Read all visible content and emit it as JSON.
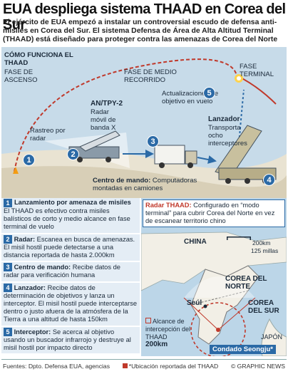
{
  "header": {
    "title": "EUA despliega sistema THAAD en Corea del Sur",
    "intro": "El ejército de EUA empezó a instalar un controversial escudo de defensa anti-misiles en Corea del Sur. El sistema Defensa de Área de Alta Altitud Terminal (THAAD) está diseñado para proteger contra las amenazas de Corea del Norte"
  },
  "diagram": {
    "how_title": "CÓMO FUNCIONA EL THAAD",
    "phase_ascent": "FASE DE ASCENSO",
    "phase_mid": "FASE DE MEDIO RECORRIDO",
    "phase_terminal": "FASE TERMINAL",
    "tracking": "Rastreo por radar",
    "radar_title": "AN/TPY-2",
    "radar_desc": "Radar móvil de banda X",
    "updates": "Actualizaciones de objetivo en vuelo",
    "launcher_title": "Lanzador",
    "launcher_desc": "Transporta ocho interceptores",
    "command_title": "Centro de mando:",
    "command_desc": "Computadoras montadas en camiones",
    "numbers": [
      "1",
      "2",
      "3",
      "4",
      "5"
    ]
  },
  "steps": [
    {
      "n": "1",
      "key": "Lanzamiento por amenaza de misiles",
      "text": "El THAAD es efectivo contra misiles balísticos de corto y medio alcance en fase terminal de vuelo"
    },
    {
      "n": "2",
      "key": "Radar:",
      "text": "Escanea en busca de amenazas. El misil hostil puede detectarse a una distancia reportada de hasta 2.000km"
    },
    {
      "n": "3",
      "key": "Centro de mando:",
      "text": "Recibe datos de radar para verificación humana"
    },
    {
      "n": "4",
      "key": "Lanzador:",
      "text": "Recibe datos de determinación de objetivos y lanza un interceptor. El misil hostil puede interceptarse dentro o justo afuera de la atmósfera de la Tierra a una altitud de hasta 150km"
    },
    {
      "n": "5",
      "key": "Interceptor:",
      "text": "Se acerca al objetivo usando un buscador infrarrojo y destruye al misil hostil por impacto directo"
    }
  ],
  "map": {
    "radar_note_key": "Radar THAAD:",
    "radar_note_text": "Configurado en “modo terminal” para cubrir Corea del Norte en vez de escanear territorio chino",
    "china": "CHINA",
    "north": "COREA DEL NORTE",
    "south": "COREA DEL SUR",
    "seoul": "Seúl",
    "japan": "JAPÓN",
    "scale_km": "200km",
    "scale_mi": "125 millas",
    "range_label": "Alcance de intercepción del THAAD",
    "range_value": "200km",
    "county": "Condado Seongju*"
  },
  "footer": {
    "sources": "Fuentes: Dpto. Defensa EUA, agencias",
    "note": "*Ubicación reportada del THAAD",
    "credit": "© GRAPHIC NEWS"
  },
  "colors": {
    "accent": "#2b6aa6",
    "missile": "#c0392b",
    "sky": "#c7dbe9",
    "sea": "#bcd6e8",
    "land": "#f2efe6"
  }
}
